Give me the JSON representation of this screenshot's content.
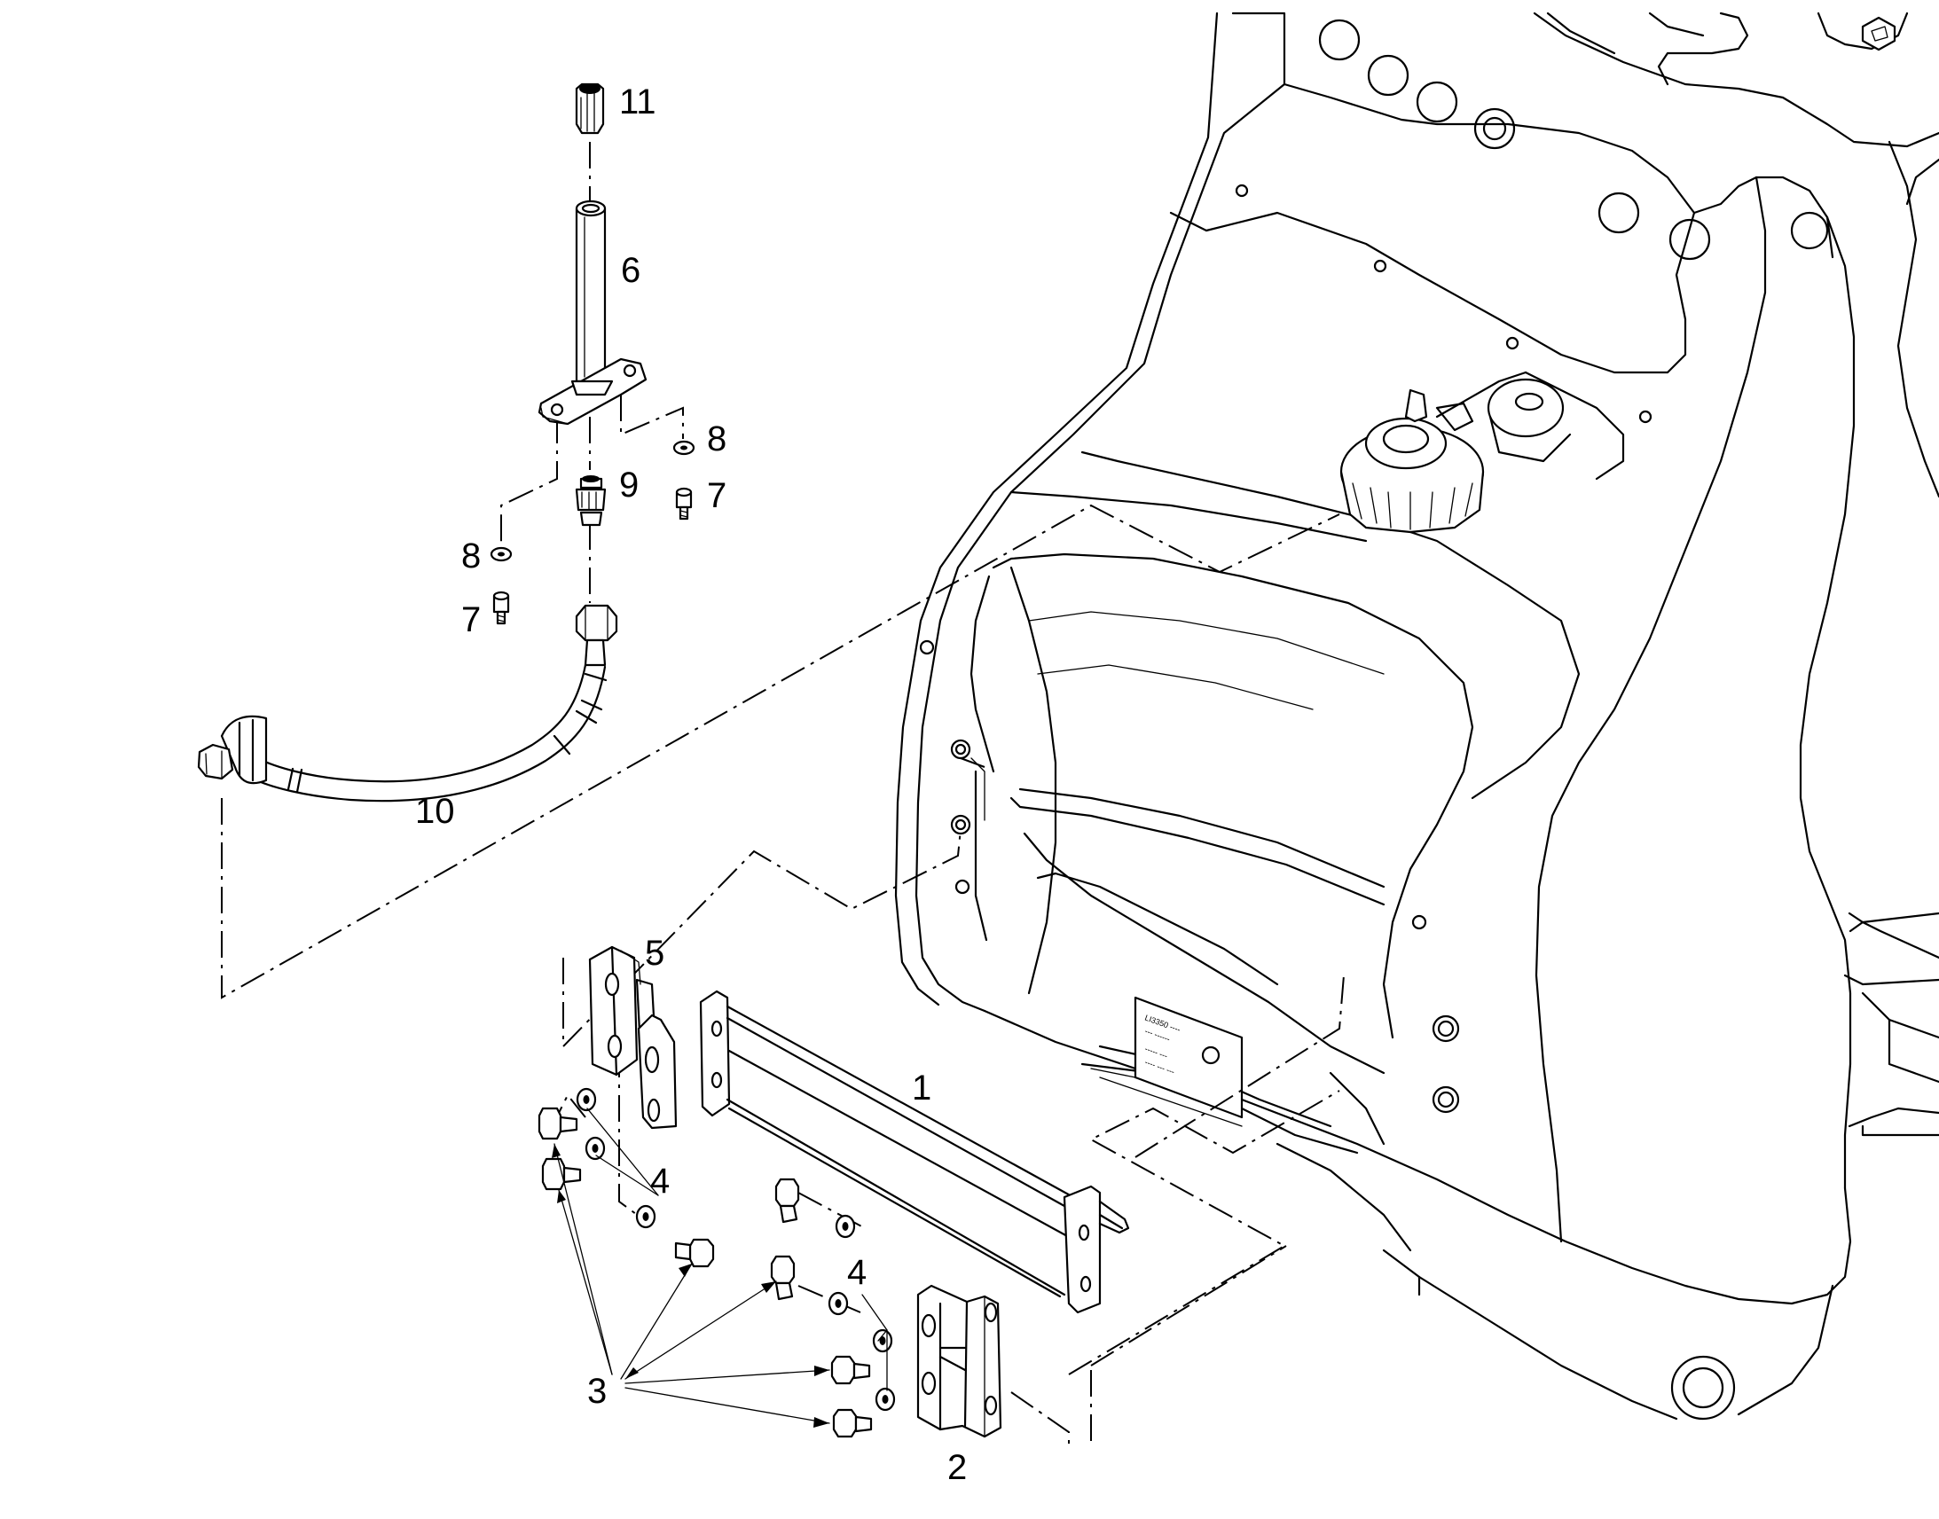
{
  "parts": [
    {
      "id": "p1",
      "label": "1"
    },
    {
      "id": "p2",
      "label": "2"
    },
    {
      "id": "p3",
      "label": "3"
    },
    {
      "id": "p4a",
      "label": "4"
    },
    {
      "id": "p4b",
      "label": "4"
    },
    {
      "id": "p5",
      "label": "5"
    },
    {
      "id": "p6",
      "label": "6"
    },
    {
      "id": "p7a",
      "label": "7"
    },
    {
      "id": "p7b",
      "label": "7"
    },
    {
      "id": "p8a",
      "label": "8"
    },
    {
      "id": "p8b",
      "label": "8"
    },
    {
      "id": "p9",
      "label": "9"
    },
    {
      "id": "p10",
      "label": "10"
    },
    {
      "id": "p11",
      "label": "11"
    }
  ]
}
